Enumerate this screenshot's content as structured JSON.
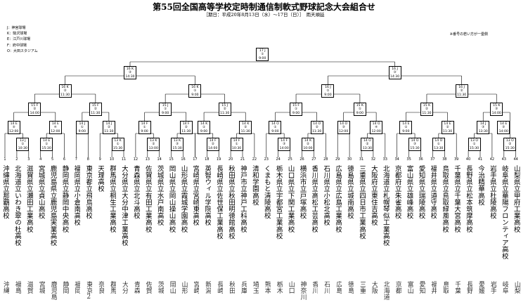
{
  "title": "第55回全国高等学校定時制通信制軟式野球記念大会組合せ",
  "subtitle": "［期日：平成20年8月13日（水）～17日（日）］　雨天順延",
  "legend": [
    "J：神宮球場",
    "K：駒沢球場",
    "E：江戸川球場",
    "F：府中球場",
    "O：大田スタジアム"
  ],
  "note": "※番号の若い方が一塁側",
  "games": [
    {
      "id": "g1",
      "lines": [
        "13 J",
        "①",
        "10:30"
      ]
    },
    {
      "id": "g2",
      "lines": [
        "14 E",
        "①",
        "15:30"
      ]
    },
    {
      "id": "g3",
      "lines": [
        "13 K",
        "①",
        "15:30"
      ]
    },
    {
      "id": "g4",
      "lines": [
        "13 K",
        "②",
        "13:00"
      ]
    },
    {
      "id": "g5",
      "lines": [
        "13 K",
        "③",
        "15:30"
      ]
    },
    {
      "id": "g6",
      "lines": [
        "14 F",
        "②",
        "14:00"
      ]
    },
    {
      "id": "g7",
      "lines": [
        "14 F",
        "①",
        "10:30"
      ]
    },
    {
      "id": "g8",
      "lines": [
        "14 F",
        "③",
        "14:00"
      ]
    },
    {
      "id": "g9",
      "lines": [
        "14 K",
        "②",
        "10:00"
      ]
    },
    {
      "id": "g10",
      "lines": [
        "14 O",
        "②",
        "13:30"
      ]
    },
    {
      "id": "g11",
      "lines": [
        "14 O",
        "③",
        "15:30"
      ]
    },
    {
      "id": "g12",
      "lines": [
        "14 O",
        "①",
        "13:30"
      ]
    },
    {
      "id": "g13",
      "lines": [
        "13 O",
        "①",
        "15:30"
      ]
    },
    {
      "id": "g14",
      "lines": [
        "13 O",
        "②",
        "15:30"
      ]
    },
    {
      "id": "r1a",
      "lines": [
        "14 E",
        "⑤",
        "12:00"
      ]
    },
    {
      "id": "r1b",
      "lines": [
        "14 E",
        "④",
        "12:00"
      ]
    },
    {
      "id": "r1c",
      "lines": [
        "14 J",
        "①",
        "9:00"
      ]
    },
    {
      "id": "r1d",
      "lines": [
        "14 J",
        "②",
        "11:30"
      ]
    },
    {
      "id": "r1e",
      "lines": [
        "14 F",
        "①",
        "9:00"
      ]
    },
    {
      "id": "r1f",
      "lines": [
        "14 F",
        "②",
        "11:30"
      ]
    },
    {
      "id": "r1g",
      "lines": [
        "14 K",
        "①",
        "9:00"
      ]
    },
    {
      "id": "r1h",
      "lines": [
        "14 K",
        "②",
        "11:30"
      ]
    },
    {
      "id": "r1i",
      "lines": [
        "14 O",
        "①",
        "9:00"
      ]
    },
    {
      "id": "r1j",
      "lines": [
        "14 O",
        "②",
        "11:30"
      ]
    },
    {
      "id": "r1k",
      "lines": [
        "14 O",
        "③",
        "12:00"
      ]
    },
    {
      "id": "r1l",
      "lines": [
        "14 O",
        "④",
        "12:00"
      ]
    },
    {
      "id": "r1m",
      "lines": [
        "14 E",
        "①",
        "9:00"
      ]
    },
    {
      "id": "r1n",
      "lines": [
        "14 E",
        "②",
        "11:30"
      ]
    },
    {
      "id": "r1o",
      "lines": [
        "14 J",
        "③",
        "13:30"
      ]
    },
    {
      "id": "r1p",
      "lines": [
        "14 E",
        "③",
        "14:00"
      ]
    },
    {
      "id": "r2a",
      "lines": [
        "15 F",
        "②",
        "14:00"
      ]
    },
    {
      "id": "r2b",
      "lines": [
        "15 F",
        "②",
        "11:30"
      ]
    },
    {
      "id": "r2c",
      "lines": [
        "15 J",
        "①",
        "9:00"
      ]
    },
    {
      "id": "r2d",
      "lines": [
        "15 J",
        "②",
        "11:30"
      ]
    },
    {
      "id": "r2e",
      "lines": [
        "15 F",
        "①",
        "9:00"
      ]
    },
    {
      "id": "r2f",
      "lines": [
        "15 K",
        "①",
        "9:00"
      ]
    },
    {
      "id": "r2g",
      "lines": [
        "15 K",
        "②",
        "11:30"
      ]
    },
    {
      "id": "r2h",
      "lines": [
        "15 K",
        "③",
        "14:00"
      ]
    },
    {
      "id": "qf1",
      "lines": [
        "16 K",
        "②",
        "11:30"
      ]
    },
    {
      "id": "qf2",
      "lines": [
        "16 K",
        "①",
        "9:00"
      ]
    },
    {
      "id": "qf3",
      "lines": [
        "16 J",
        "①",
        "9:00"
      ]
    },
    {
      "id": "qf4",
      "lines": [
        "16 J",
        "②",
        "11:30"
      ]
    },
    {
      "id": "sf1",
      "lines": [
        "16 K",
        "③",
        "14:30"
      ]
    },
    {
      "id": "sf2",
      "lines": [
        "16 J",
        "③",
        "14:30"
      ]
    },
    {
      "id": "final",
      "lines": [
        "17 J",
        "①",
        "9:00"
      ]
    }
  ],
  "teams": [
    {
      "no": "1",
      "name": "沖縄県立那覇高校",
      "pref": "沖縄"
    },
    {
      "no": "2",
      "name": "北海道立いわき翠の杜高校",
      "pref": "福島"
    },
    {
      "no": "3",
      "name": "滋賀県立瀬田工業高校",
      "pref": "滋賀"
    },
    {
      "no": "4",
      "name": "宮城県立貞山高校",
      "pref": "宮城"
    },
    {
      "no": "5",
      "name": "鹿児島県立鹿児島実業高校",
      "pref": "鹿児島"
    },
    {
      "no": "6",
      "name": "静岡県立静岡中央高校",
      "pref": "静岡"
    },
    {
      "no": "7",
      "name": "福岡県立小倉南高校",
      "pref": "福岡"
    },
    {
      "no": "8",
      "name": "東京都立飛鳥高校",
      "pref": "東京2"
    },
    {
      "no": "9",
      "name": "天理高校",
      "pref": "奈良"
    },
    {
      "no": "10",
      "name": "群馬県立桐生工業高校",
      "pref": "群馬"
    },
    {
      "no": "11",
      "name": "大分県立大分中津工業高校",
      "pref": "大分"
    },
    {
      "no": "12",
      "name": "青森県立北斗高校",
      "pref": "青森"
    },
    {
      "no": "13",
      "name": "佐賀県立有田工業高校",
      "pref": "佐賀"
    },
    {
      "no": "14",
      "name": "茨城県立水戸南高校",
      "pref": "茨城"
    },
    {
      "no": "15",
      "name": "岡山県立岡山操山高校",
      "pref": "岡山"
    },
    {
      "no": "16",
      "name": "山形県立霞城学園高校",
      "pref": "山形"
    },
    {
      "no": "17",
      "name": "宮崎県立宮崎東高校",
      "pref": "宮崎"
    },
    {
      "no": "18",
      "name": "英智ウィル学院高校",
      "pref": "新潟"
    },
    {
      "no": "19",
      "name": "長崎県立佐世保工業高校",
      "pref": "長崎"
    },
    {
      "no": "20",
      "name": "秋田県立秋田明徳館高校",
      "pref": "秋田"
    },
    {
      "no": "21",
      "name": "神戸市立神戸工科高校",
      "pref": "兵庫"
    },
    {
      "no": "22",
      "name": "清和学園高校",
      "pref": "埼玉"
    },
    {
      "no": "23",
      "name": "くまもと清陵高校",
      "pref": "熊本"
    },
    {
      "no": "24",
      "name": "栃木県立宇都宮工業高校",
      "pref": "栃木"
    },
    {
      "no": "25",
      "name": "山口県立下関工業高校",
      "pref": "山口"
    },
    {
      "no": "26",
      "name": "横浜市立戸塚高校",
      "pref": "神奈川"
    },
    {
      "no": "27",
      "name": "香川県立高松工芸高校",
      "pref": "香川"
    },
    {
      "no": "28",
      "name": "石川県立小松北高校",
      "pref": "石川"
    },
    {
      "no": "29",
      "name": "広島県立広島工業高校",
      "pref": "広島"
    },
    {
      "no": "30",
      "name": "徳島県立城南高校",
      "pref": "徳島"
    },
    {
      "no": "31",
      "name": "三重県立四日市工業高校",
      "pref": "三重"
    },
    {
      "no": "32",
      "name": "大阪府立東住吉高校",
      "pref": "大阪"
    },
    {
      "no": "33",
      "name": "北海道立札幌琴似工業高校",
      "pref": "北海道"
    },
    {
      "no": "34",
      "name": "京都府立朱雀高校",
      "pref": "京都"
    },
    {
      "no": "35",
      "name": "富山県立雄峰高校",
      "pref": "富山"
    },
    {
      "no": "36",
      "name": "愛知県立瑞陵高校",
      "pref": "愛知"
    },
    {
      "no": "37",
      "name": "福井県立道守高校",
      "pref": "福井"
    },
    {
      "no": "38",
      "name": "鳥取県立鳥取緑風高校",
      "pref": "鳥取"
    },
    {
      "no": "39",
      "name": "千葉県立千葉大宮高校",
      "pref": "千葉"
    },
    {
      "no": "40",
      "name": "長野県立松本筑摩高校",
      "pref": "長野"
    },
    {
      "no": "41",
      "name": "今治精華高校",
      "pref": "愛媛"
    },
    {
      "no": "42",
      "name": "岩手県立杜陵高校",
      "pref": "岩手"
    },
    {
      "no": "43",
      "name": "岐阜県立華陽フロンティア高校",
      "pref": "岐阜"
    },
    {
      "no": "44",
      "name": "山梨県立甲府工業高校",
      "pref": "山梨"
    }
  ]
}
